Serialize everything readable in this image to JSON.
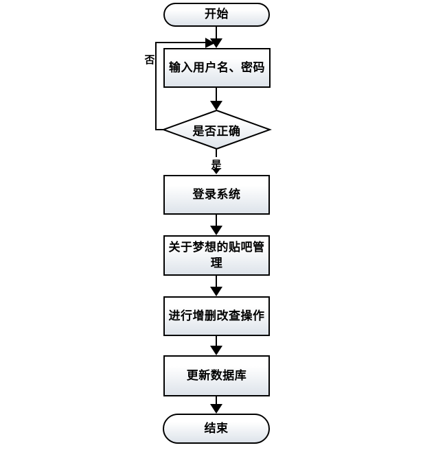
{
  "flowchart": {
    "nodes": [
      {
        "id": "start",
        "type": "terminator",
        "label": "开始"
      },
      {
        "id": "input",
        "type": "process",
        "label": "输入用户名、密码"
      },
      {
        "id": "decision",
        "type": "decision",
        "label": "是否正确"
      },
      {
        "id": "login",
        "type": "process",
        "label": "登录系统"
      },
      {
        "id": "manage",
        "type": "process",
        "label": "关于梦想的贴吧管理"
      },
      {
        "id": "crud",
        "type": "process",
        "label": "进行增删改查操作"
      },
      {
        "id": "update",
        "type": "process",
        "label": "更新数据库"
      },
      {
        "id": "end",
        "type": "terminator",
        "label": "结束"
      }
    ],
    "edge_labels": {
      "yes": "是",
      "no": "否"
    },
    "colors": {
      "stroke": "#000000",
      "fill_top": "#ffffff",
      "fill_bottom": "#dde3ea"
    }
  }
}
